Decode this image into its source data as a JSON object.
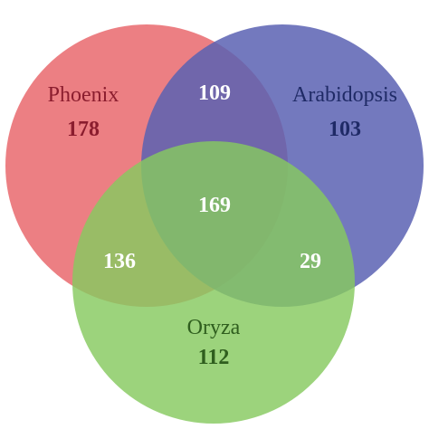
{
  "sets": {
    "phoenix": {
      "name": "Phoenix",
      "unique": "178",
      "color": "#e9686d",
      "label_color": "#8b1d2e"
    },
    "arabidopsis": {
      "name": "Arabidopsis",
      "unique": "103",
      "color": "#5a62b3",
      "label_color": "#1f2a66"
    },
    "oryza": {
      "name": "Oryza",
      "unique": "112",
      "color": "#86c95f",
      "label_color": "#2f5e1e"
    }
  },
  "overlaps": {
    "phoenix_arabidopsis": "109",
    "phoenix_oryza": "136",
    "arabidopsis_oryza": "29",
    "all_three": "169"
  }
}
